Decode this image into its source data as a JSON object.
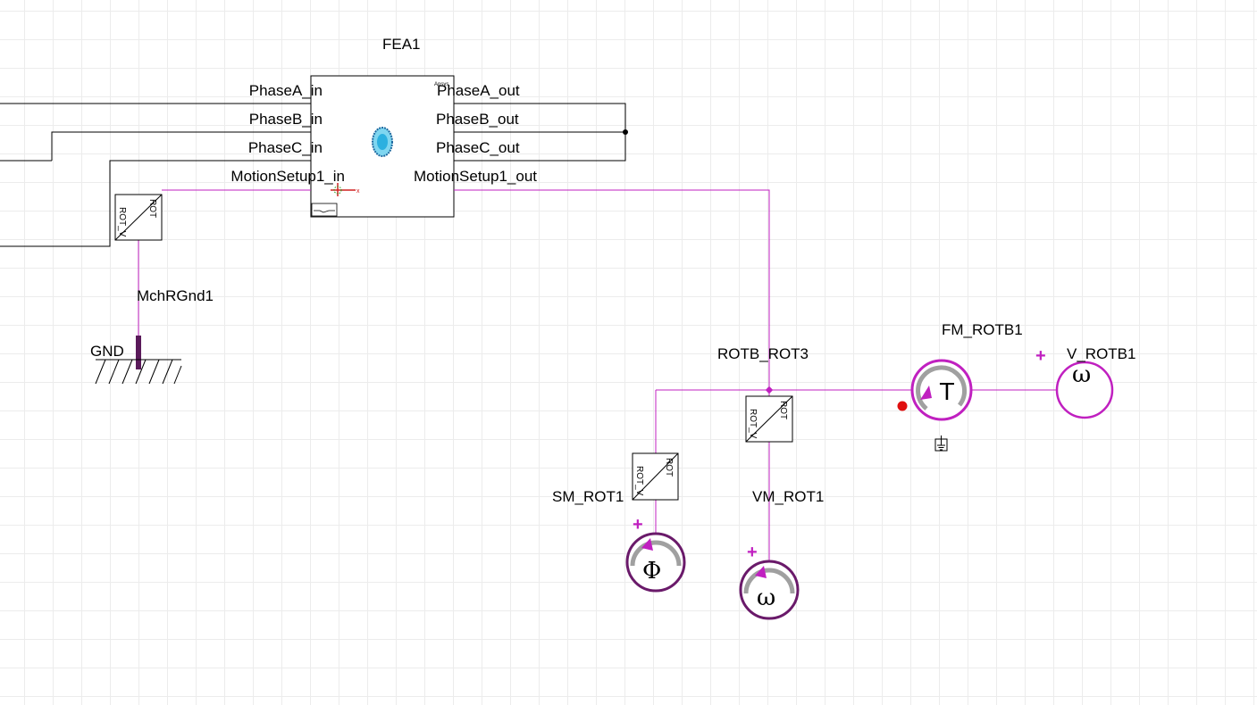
{
  "colors": {
    "wire_black": "#000000",
    "wire_magenta": "#c020c0",
    "meter_ring": "#6a1a6a",
    "dot_red": "#e01010",
    "ground_bar": "#5a1a5a"
  },
  "fea_block": {
    "title": "FEA1",
    "tag": "Ansys",
    "inputs": [
      "PhaseA_in",
      "PhaseB_in",
      "PhaseC_in",
      "MotionSetup1_in"
    ],
    "outputs": [
      "PhaseA_out",
      "PhaseB_out",
      "PhaseC_out",
      "MotionSetup1_out"
    ]
  },
  "converter_pins": {
    "top": "ROT",
    "bottom": "ROT_V"
  },
  "labels": {
    "mch_gnd": "MchRGnd1",
    "gnd": "GND",
    "node": "ROTB_ROT3",
    "force_meter": "FM_ROTB1",
    "speed_source": "V_ROTB1",
    "angle_meter": "SM_ROT1",
    "speed_meter": "VM_ROT1"
  },
  "symbols": {
    "torque": "T",
    "omega": "ω",
    "phi": "Φ",
    "plus": "+"
  },
  "icons": [
    "fea-model-icon",
    "motion-axes-icon",
    "mini-graph-icon",
    "ground-icon",
    "ground-reference-icon"
  ]
}
